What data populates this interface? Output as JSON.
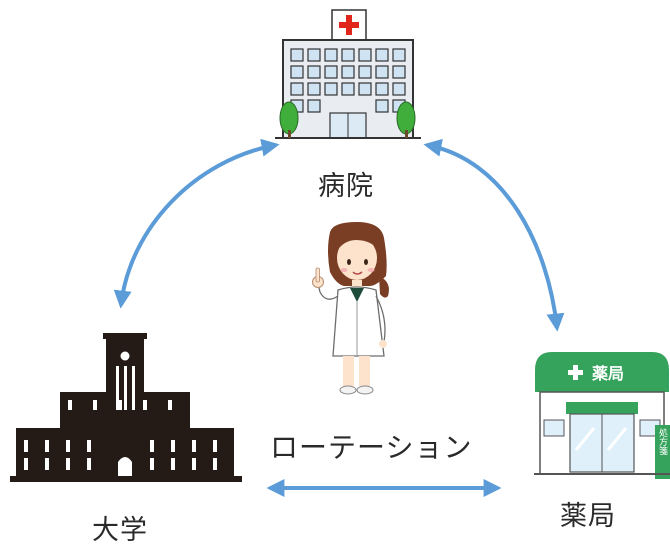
{
  "nodes": {
    "hospital": {
      "label": "病院"
    },
    "university": {
      "label": "大学"
    },
    "pharmacy": {
      "label": "薬局",
      "sign": "薬局",
      "shutter_text": "処方箋"
    }
  },
  "center": {
    "label": "ローテーション"
  },
  "colors": {
    "arrow": "#5a9bd8",
    "hospital_wall": "#e9edf2",
    "hospital_window": "#cfe3f3",
    "tree": "#3fae3a",
    "university": "#241a16",
    "pharmacy_green": "#35a35c",
    "hospital_cross": "#e0261b"
  },
  "icons": [
    "hospital-icon",
    "university-icon",
    "pharmacy-icon",
    "pharmacist-icon"
  ]
}
